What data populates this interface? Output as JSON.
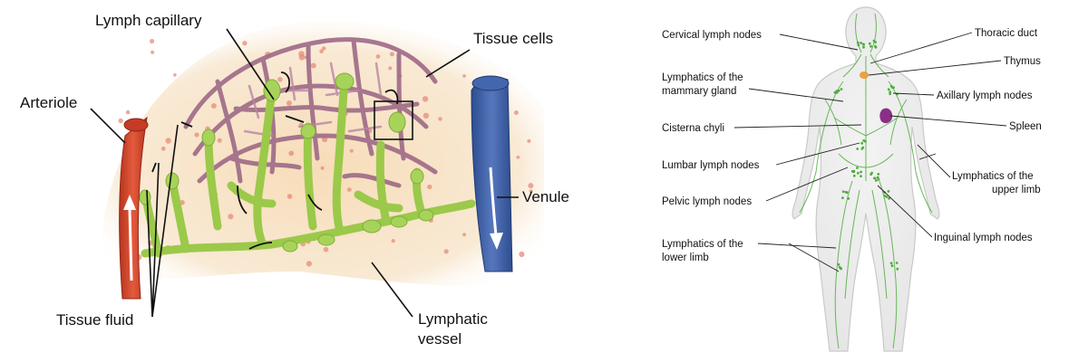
{
  "capillary_panel": {
    "labels": {
      "lymph_capillary": "Lymph capillary",
      "tissue_cells": "Tissue cells",
      "arteriole": "Arteriole",
      "venule": "Venule",
      "tissue_fluid": "Tissue fluid",
      "lymphatic_vessel_line1": "Lymphatic",
      "lymphatic_vessel_line2": "vessel"
    },
    "colors": {
      "arteriole": "#d64a32",
      "venule": "#3c5fa6",
      "lymph": "#9bc94a",
      "capillary_net": "#9e6a86",
      "tissue": "#f8e3c6",
      "cell_nucleus": "#e48c7a"
    }
  },
  "body_panel": {
    "labels": {
      "cervical": "Cervical lymph nodes",
      "thoracic_duct": "Thoracic duct",
      "thymus": "Thymus",
      "mammary_line1": "Lymphatics of the",
      "mammary_line2": "mammary gland",
      "axillary": "Axillary lymph nodes",
      "spleen": "Spleen",
      "cisterna": "Cisterna chyli",
      "lumbar": "Lumbar lymph nodes",
      "upper_limb_line1": "Lymphatics of the",
      "upper_limb_line2": "upper limb",
      "pelvic": "Pelvic lymph nodes",
      "inguinal": "Inguinal lymph nodes",
      "lower_limb_line1": "Lymphatics of the",
      "lower_limb_line2": "lower limb"
    },
    "colors": {
      "lymph": "#4fae3c",
      "spleen": "#8a2f86",
      "thymus": "#e9a23b",
      "body_outline": "#c9c9c9"
    }
  }
}
